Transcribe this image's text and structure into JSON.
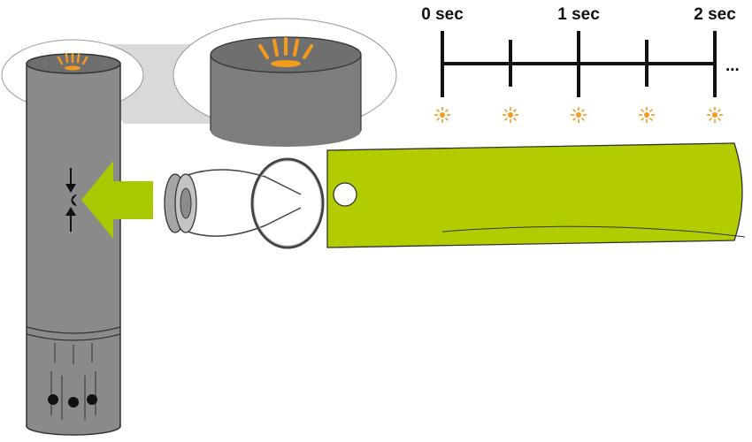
{
  "timeline": {
    "labels": [
      {
        "text": "0 sec",
        "seconds": 0
      },
      {
        "text": "1 sec",
        "seconds": 1
      },
      {
        "text": "2 sec",
        "seconds": 2
      }
    ],
    "continuation": "...",
    "flash_marks_seconds": [
      0,
      0.5,
      1,
      1.5,
      2
    ]
  },
  "colors": {
    "device_body": "#8a8a8a",
    "device_dark": "#6f6f6f",
    "light_flash": "#f39a1f",
    "arrow_green": "#a8c900",
    "keyfob_strap": "#b2cc00",
    "timeline_ink": "#111111",
    "zoom_halo": "#d9d9d9"
  },
  "icons": {
    "flash": "sun-burst-icon",
    "sensor_arrows": "compress-arrows-icon",
    "insert_arrow": "left-arrow-icon",
    "key_ring": "ring-icon"
  }
}
